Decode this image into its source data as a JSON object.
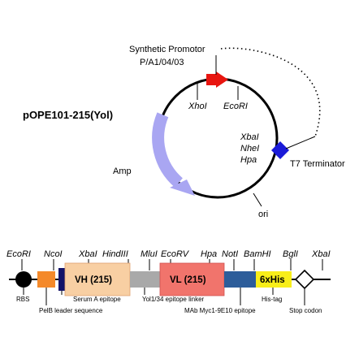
{
  "plasmid": {
    "name": "pOPE101-215(Yol)",
    "promoter_line1": "Synthetic Promotor",
    "promoter_line2": "P/A1/04/03",
    "site_xhoi": "XhoI",
    "site_ecori": "EcoRI",
    "site_xbai": "XbaI",
    "site_nhei": "NheI",
    "site_hpa": "Hpa",
    "t7_terminator": "T7 Terminator",
    "amp": "Amp",
    "ori": "ori",
    "colors": {
      "promoter": "#e8150f",
      "terminator": "#1a1ad8",
      "amp": "#a9a6f2"
    }
  },
  "cassette": {
    "top_sites": [
      "EcoRI",
      "NcoI",
      "XbaI",
      "HindIII",
      "MluI",
      "EcoRV",
      "Hpa",
      "NotI",
      "BamHI",
      "BglI",
      "XbaI"
    ],
    "vh_label": "VH (215)",
    "vl_label": "VL (215)",
    "his_label": "6xHis",
    "bottom_labels": [
      "RBS",
      "PelB leader sequence",
      "Serum A epitope",
      "Yol1/34 epitope linker",
      "MAb Myc1-9E10 epitope",
      "His-tag",
      "Stop codon"
    ],
    "colors": {
      "pelb": "#f4892a",
      "vh": "#f8cfa3",
      "serum": "#121268",
      "linker": "#a9a9a9",
      "vl": "#f1746c",
      "myc": "#2d5d9a",
      "his": "#f8ee19"
    }
  }
}
